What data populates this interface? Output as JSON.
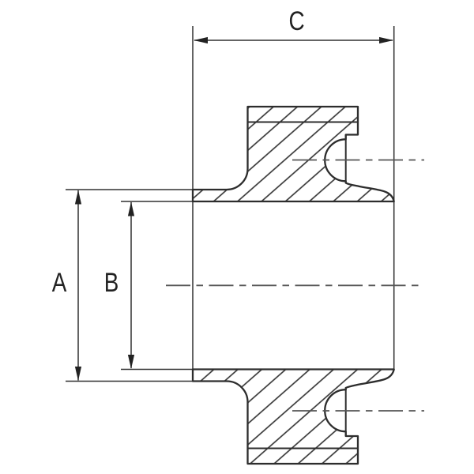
{
  "drawing": {
    "type": "technical-cross-section",
    "subject": "flanged pipe collar cross section with dimension callouts",
    "dimension_labels": {
      "a": "A",
      "b": "B",
      "c": "C"
    },
    "colors": {
      "line": "#2d2d2d",
      "centerline": "#565656",
      "background": "#ffffff"
    }
  }
}
